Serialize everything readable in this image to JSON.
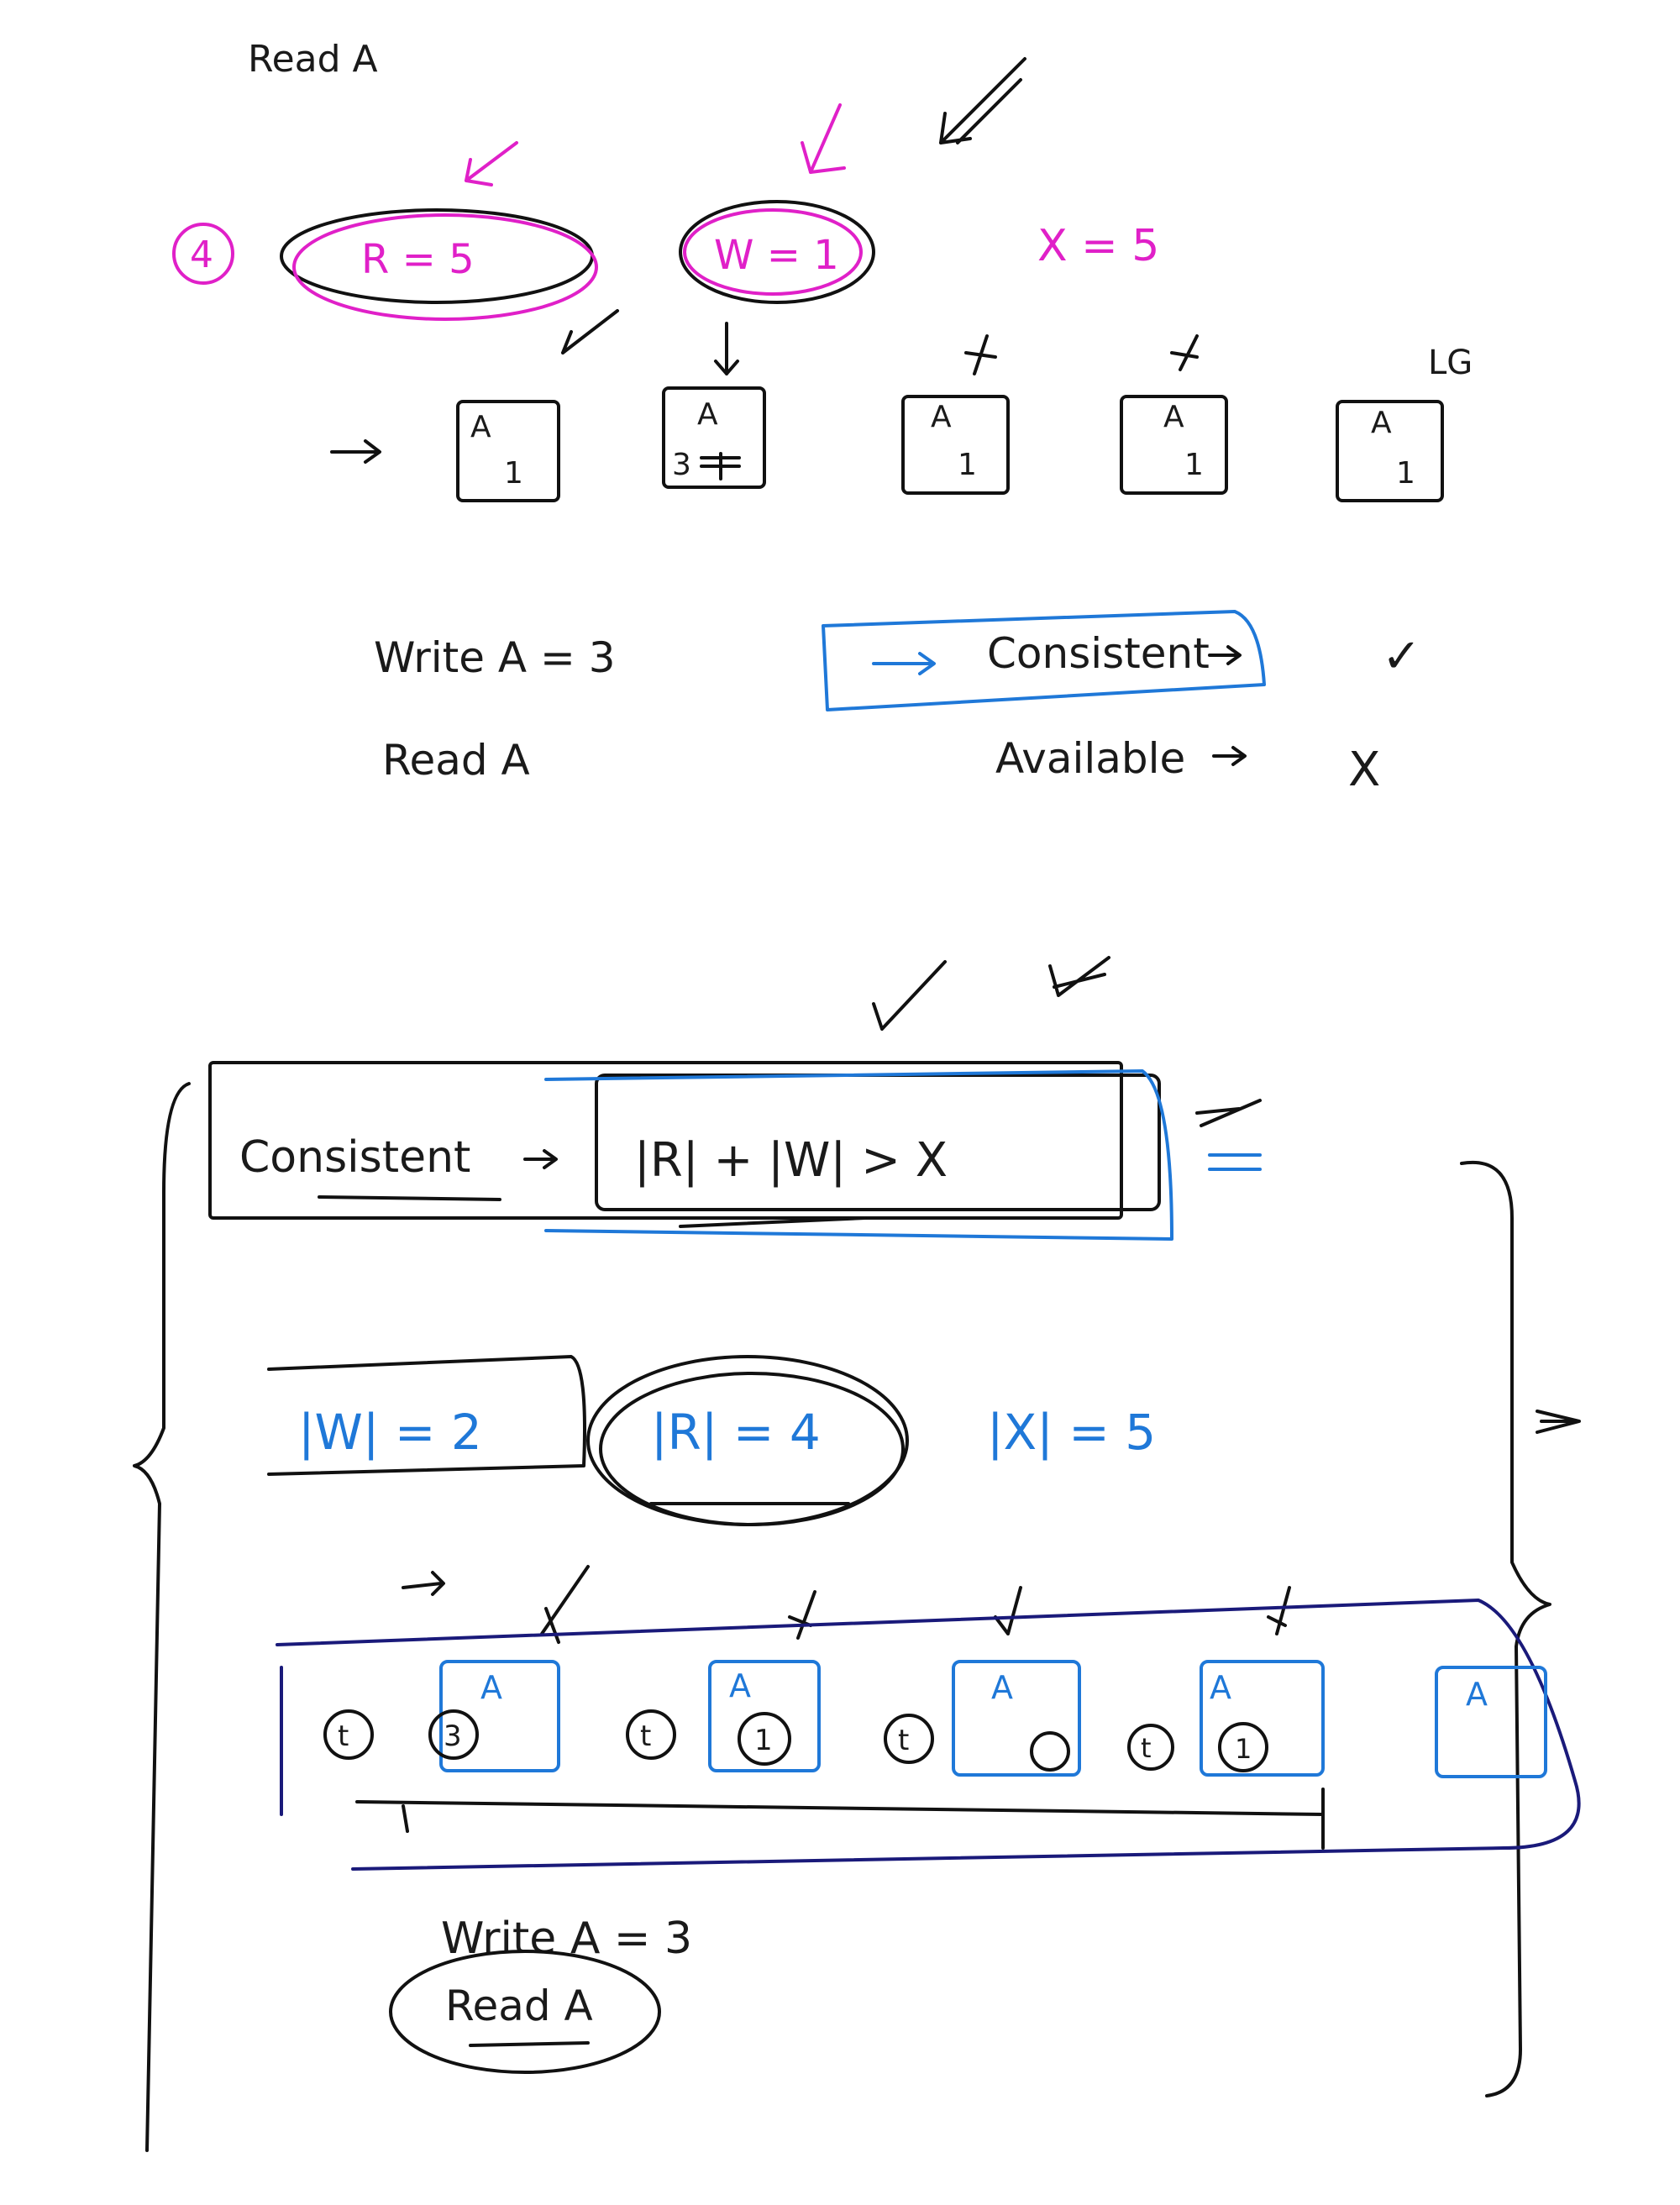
{
  "colors": {
    "ink": "#111111",
    "pink": "#e020c8",
    "blue": "#1f78d8",
    "navy": "#1a1a7a"
  },
  "top": {
    "heading": "Read A",
    "quorum_number": "4",
    "r_quorum": "R = 5",
    "w_quorum": "W = 1",
    "x_total": "X = 5",
    "count_mark": "LG",
    "replicas": [
      {
        "key": "A",
        "value": "1"
      },
      {
        "key": "A",
        "value": "3"
      },
      {
        "key": "A",
        "value": "1"
      },
      {
        "key": "A",
        "value": "1"
      },
      {
        "key": "A",
        "value": "1"
      }
    ],
    "write_op": "Write A = 3",
    "read_op": "Read A",
    "consistent_label": "Consistent",
    "available_label": "Available",
    "consistent_check": "✓",
    "available_cross": "X"
  },
  "bottom": {
    "consistent_label": "Consistent",
    "formula": "|R| + |W| > X",
    "w_value": "|W| = 2",
    "r_value": "|R| = 4",
    "x_value": "|X| = 5",
    "replicas": [
      {
        "key": "A",
        "value": "3",
        "tag": "t"
      },
      {
        "key": "A",
        "value": "1",
        "tag": "t"
      },
      {
        "key": "A",
        "value": "",
        "tag": "t"
      },
      {
        "key": "A",
        "value": "1",
        "tag": "t"
      },
      {
        "key": "A",
        "value": "",
        "tag": ""
      }
    ],
    "write_op": "Write A = 3",
    "read_op": "Read A"
  }
}
